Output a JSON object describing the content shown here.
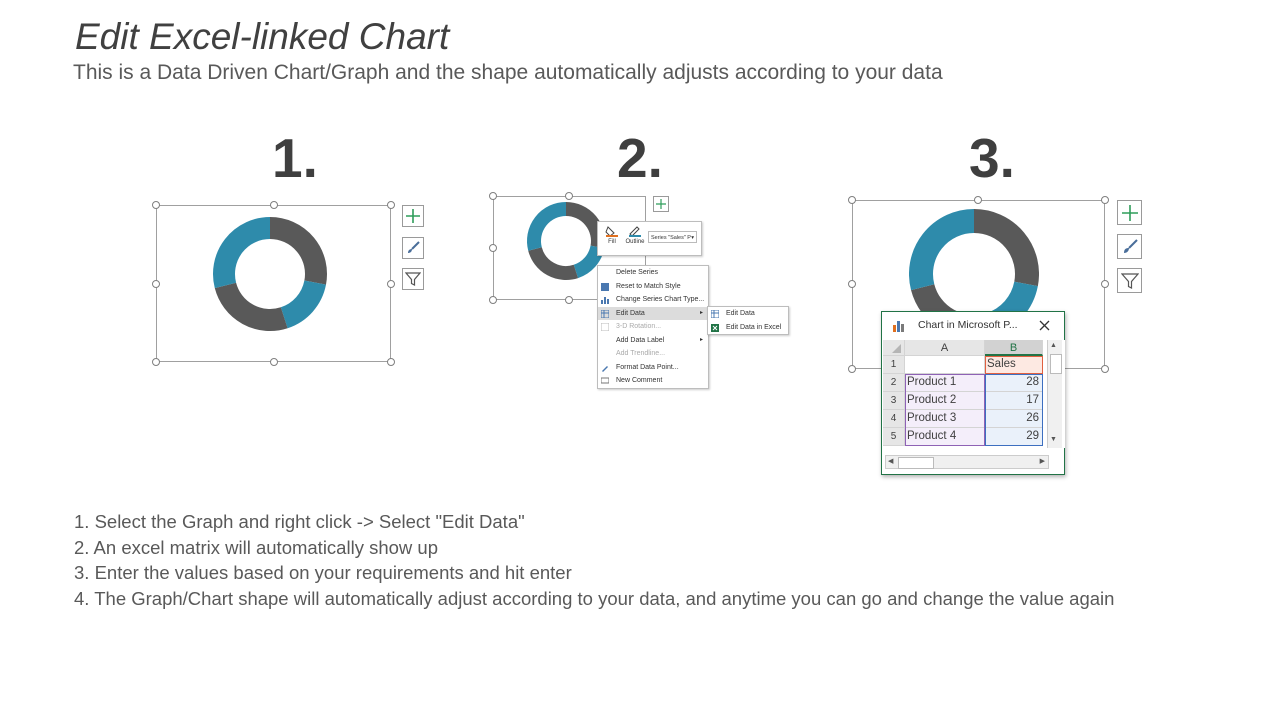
{
  "header": {
    "title": "Edit Excel-linked Chart",
    "subtitle": "This is a Data Driven Chart/Graph and the shape automatically adjusts according to your data"
  },
  "steps": [
    {
      "number": "1."
    },
    {
      "number": "2."
    },
    {
      "number": "3."
    }
  ],
  "colors": {
    "donut_blue": "#2e8bab",
    "donut_gray": "#595959",
    "excel_green": "#217346",
    "text_gray": "#595959"
  },
  "chart_data": {
    "type": "pie",
    "variant": "donut",
    "categories": [
      "Product 1",
      "Product 2",
      "Product 3",
      "Product 4"
    ],
    "values": [
      28,
      17,
      26,
      29
    ],
    "colors": [
      "#595959",
      "#2e8bab",
      "#595959",
      "#2e8bab"
    ],
    "series": [
      {
        "name": "Sales",
        "values": [
          28,
          17,
          26,
          29
        ]
      }
    ]
  },
  "side_buttons": [
    {
      "icon": "plus-icon"
    },
    {
      "icon": "brush-icon"
    },
    {
      "icon": "filter-icon"
    }
  ],
  "format_bar": {
    "fill_label": "Fill",
    "outline_label": "Outline",
    "series_select": "Series \"Sales\" P"
  },
  "context_menu": {
    "items": [
      {
        "label": "Delete Series",
        "icon": "delete-icon",
        "disabled": false
      },
      {
        "label": "Reset to Match Style",
        "icon": "reset-icon",
        "disabled": false
      },
      {
        "label": "Change Series Chart Type...",
        "icon": "chart-type-icon",
        "disabled": false
      },
      {
        "label": "Edit Data",
        "icon": "edit-data-icon",
        "disabled": false,
        "submenu": true
      },
      {
        "label": "3-D Rotation...",
        "icon": "rotation-icon",
        "disabled": true
      },
      {
        "label": "Add Data Label",
        "icon": "",
        "disabled": false,
        "submenu": true
      },
      {
        "label": "Add Trendline...",
        "icon": "",
        "disabled": true
      },
      {
        "label": "Format Data Point...",
        "icon": "format-icon",
        "disabled": false
      },
      {
        "label": "New Comment",
        "icon": "comment-icon",
        "disabled": false
      }
    ],
    "submenu": [
      {
        "label": "Edit Data",
        "icon": "table-icon"
      },
      {
        "label": "Edit Data in Excel",
        "icon": "excel-icon"
      }
    ]
  },
  "excel_window": {
    "title": "Chart in Microsoft P...",
    "columns": [
      "A",
      "B"
    ],
    "rows": [
      {
        "num": "1",
        "a": "",
        "b": "Sales"
      },
      {
        "num": "2",
        "a": "Product 1",
        "b": "28"
      },
      {
        "num": "3",
        "a": "Product 2",
        "b": "17"
      },
      {
        "num": "4",
        "a": "Product 3",
        "b": "26"
      },
      {
        "num": "5",
        "a": "Product 4",
        "b": "29"
      }
    ]
  },
  "instructions": [
    "1. Select the Graph and right click -> Select \"Edit Data\"",
    "2. An excel matrix will automatically show up",
    "3. Enter the values based on your requirements and hit enter",
    "4. The Graph/Chart shape will automatically adjust according to your data, and anytime you can go and change the value again"
  ]
}
